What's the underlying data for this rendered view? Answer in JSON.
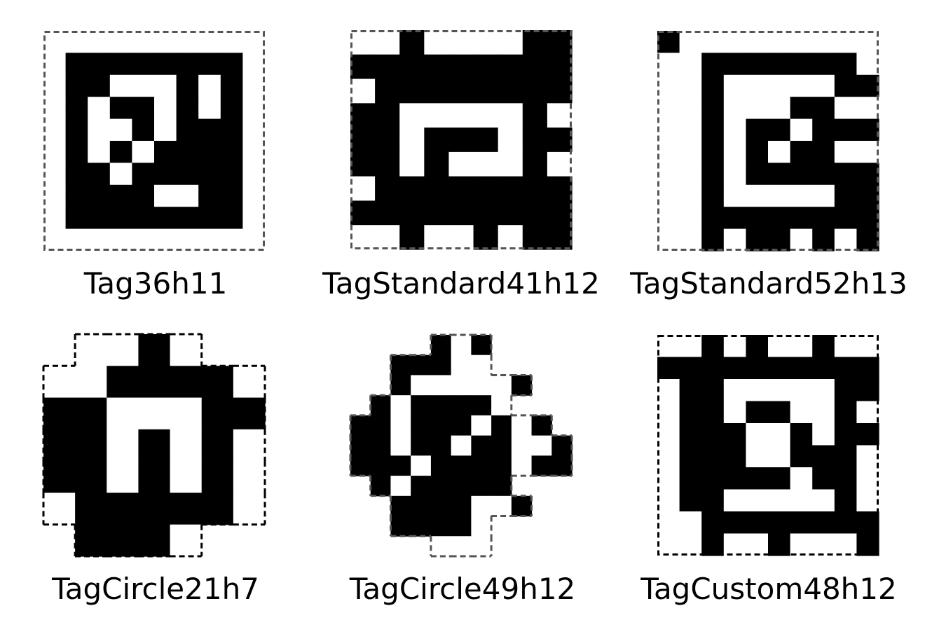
{
  "tags": [
    {
      "name": "Tag36h11",
      "grid": [
        "0000000000",
        "0111111110",
        "0110001010",
        "0101101010",
        "0100101110",
        "0101011110",
        "0110111110",
        "0111100110",
        "0111111110",
        "0000000000"
      ],
      "outline": "rect",
      "outline_color": "#555555"
    },
    {
      "name": "TagStandard41h12",
      "grid": [
        "001000011",
        "111111111",
        "011111111",
        "110000010",
        "110111011",
        "110100010",
        "011111111",
        "111111111",
        "001001011"
      ],
      "outline": "rect",
      "outline_color": "#555555"
    },
    {
      "name": "TagStandard52h13",
      "grid": [
        "1000000000",
        "0011111110",
        "0010000011",
        "0010001100",
        "0010110111",
        "0010101100",
        "0010111111",
        "0010000011",
        "0011111111",
        "0010110101"
      ],
      "outline": "rect",
      "outline_color": "#555555"
    },
    {
      "name": "TagCircle21h7",
      "grid": [
        ".0010..",
        "0011110",
        "1100011",
        "1101010",
        "1101010",
        "0111110",
        ".1110.."
      ],
      "outline": "cross",
      "outline_color": "#000000"
    },
    {
      "name": "TagCircle49h12",
      "grid": [
        "....101....",
        "..11100....",
        "..1000001..",
        ".1011110..",
        "1101110101",
        "11011011001",
        "11101111011",
        ".1011111..",
        "..1111001..",
        "..11110....",
        "....000...."
      ],
      "outline": "circle",
      "outline_color": "#555555"
    },
    {
      "name": "TagCustom48h12",
      "grid": [
        "0010100100",
        "1111111111",
        "0110000011",
        "0110110010",
        "0111001011",
        "0111001110",
        "0111110110",
        "0110000010",
        "0011111111",
        "0010010001"
      ],
      "outline": "rect",
      "outline_color": "#000000"
    }
  ]
}
